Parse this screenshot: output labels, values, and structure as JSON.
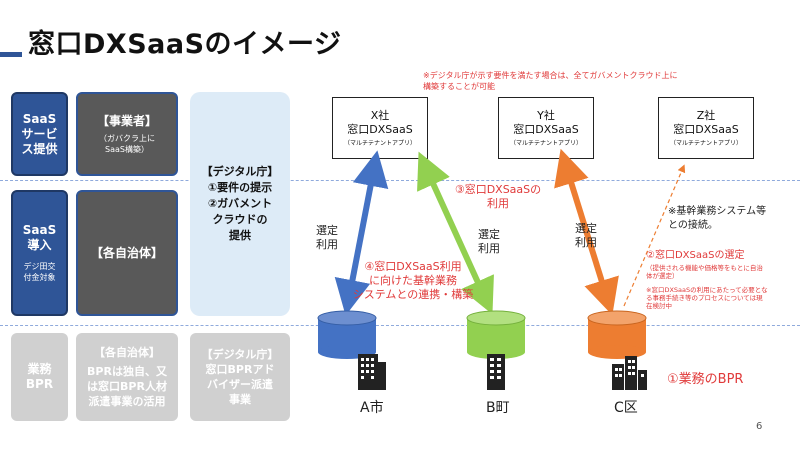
{
  "title": "窓口DXSaaSのイメージ",
  "top_note": "※デジタル庁が示す要件を満たす場合は、全てガバメントクラウド上に\n構築することが可能",
  "rows": {
    "saas_provision": {
      "label": "SaaS\nサービ\nス提供",
      "actor_title": "【事業者】",
      "actor_sub": "（ガバクラ上に\nSaaS構築）"
    },
    "saas_intro": {
      "label": "SaaS\n導入",
      "label_sub": "デジ田交\n付金対象",
      "actor_title": "【各自治体】"
    },
    "bpr": {
      "label": "業務\nBPR",
      "actor_title": "【各自治体】",
      "actor_body": "BPRは独自、又\nは窓口BPR人材\n派遣事業の活用",
      "digital_body": "【デジタル庁】\n窓口BPRアド\nバイザー派遣\n事業"
    }
  },
  "digital_agency": "【デジタル庁】\n①要件の提示\n②ガバメント\nクラウドの\n提供",
  "companies": [
    {
      "name": "X社",
      "product": "窓口DXSaaS",
      "sub": "（マルチテナントアプリ）"
    },
    {
      "name": "Y社",
      "product": "窓口DXSaaS",
      "sub": "（マルチテナントアプリ）"
    },
    {
      "name": "Z社",
      "product": "窓口DXSaaS",
      "sub": "（マルチテナントアプリ）"
    }
  ],
  "usage_label": "選定\n利用",
  "step3": "③窓口DXSaaSの\n利用",
  "step4": "④窓口DXSaaS利用\nに向けた基幹業務\nシステムとの連携・構築",
  "note_backend": "※基幹業務システム等\nとの接続。",
  "step2": "②窓口DXSaaSの選定",
  "step2_sub": "（提供される機能や価格等をもとに自治\n体が選定）",
  "step2_note": "※窓口DXSaaSの利用にあたって必要とな\nる事務手続き等のプロセスについては現\n在検討中",
  "step1": "①業務のBPR",
  "cities": [
    "A市",
    "B町",
    "C区"
  ],
  "page_number": "6",
  "colors": {
    "blue": "#4472c4",
    "green": "#92d050",
    "orange": "#ed7d31"
  }
}
